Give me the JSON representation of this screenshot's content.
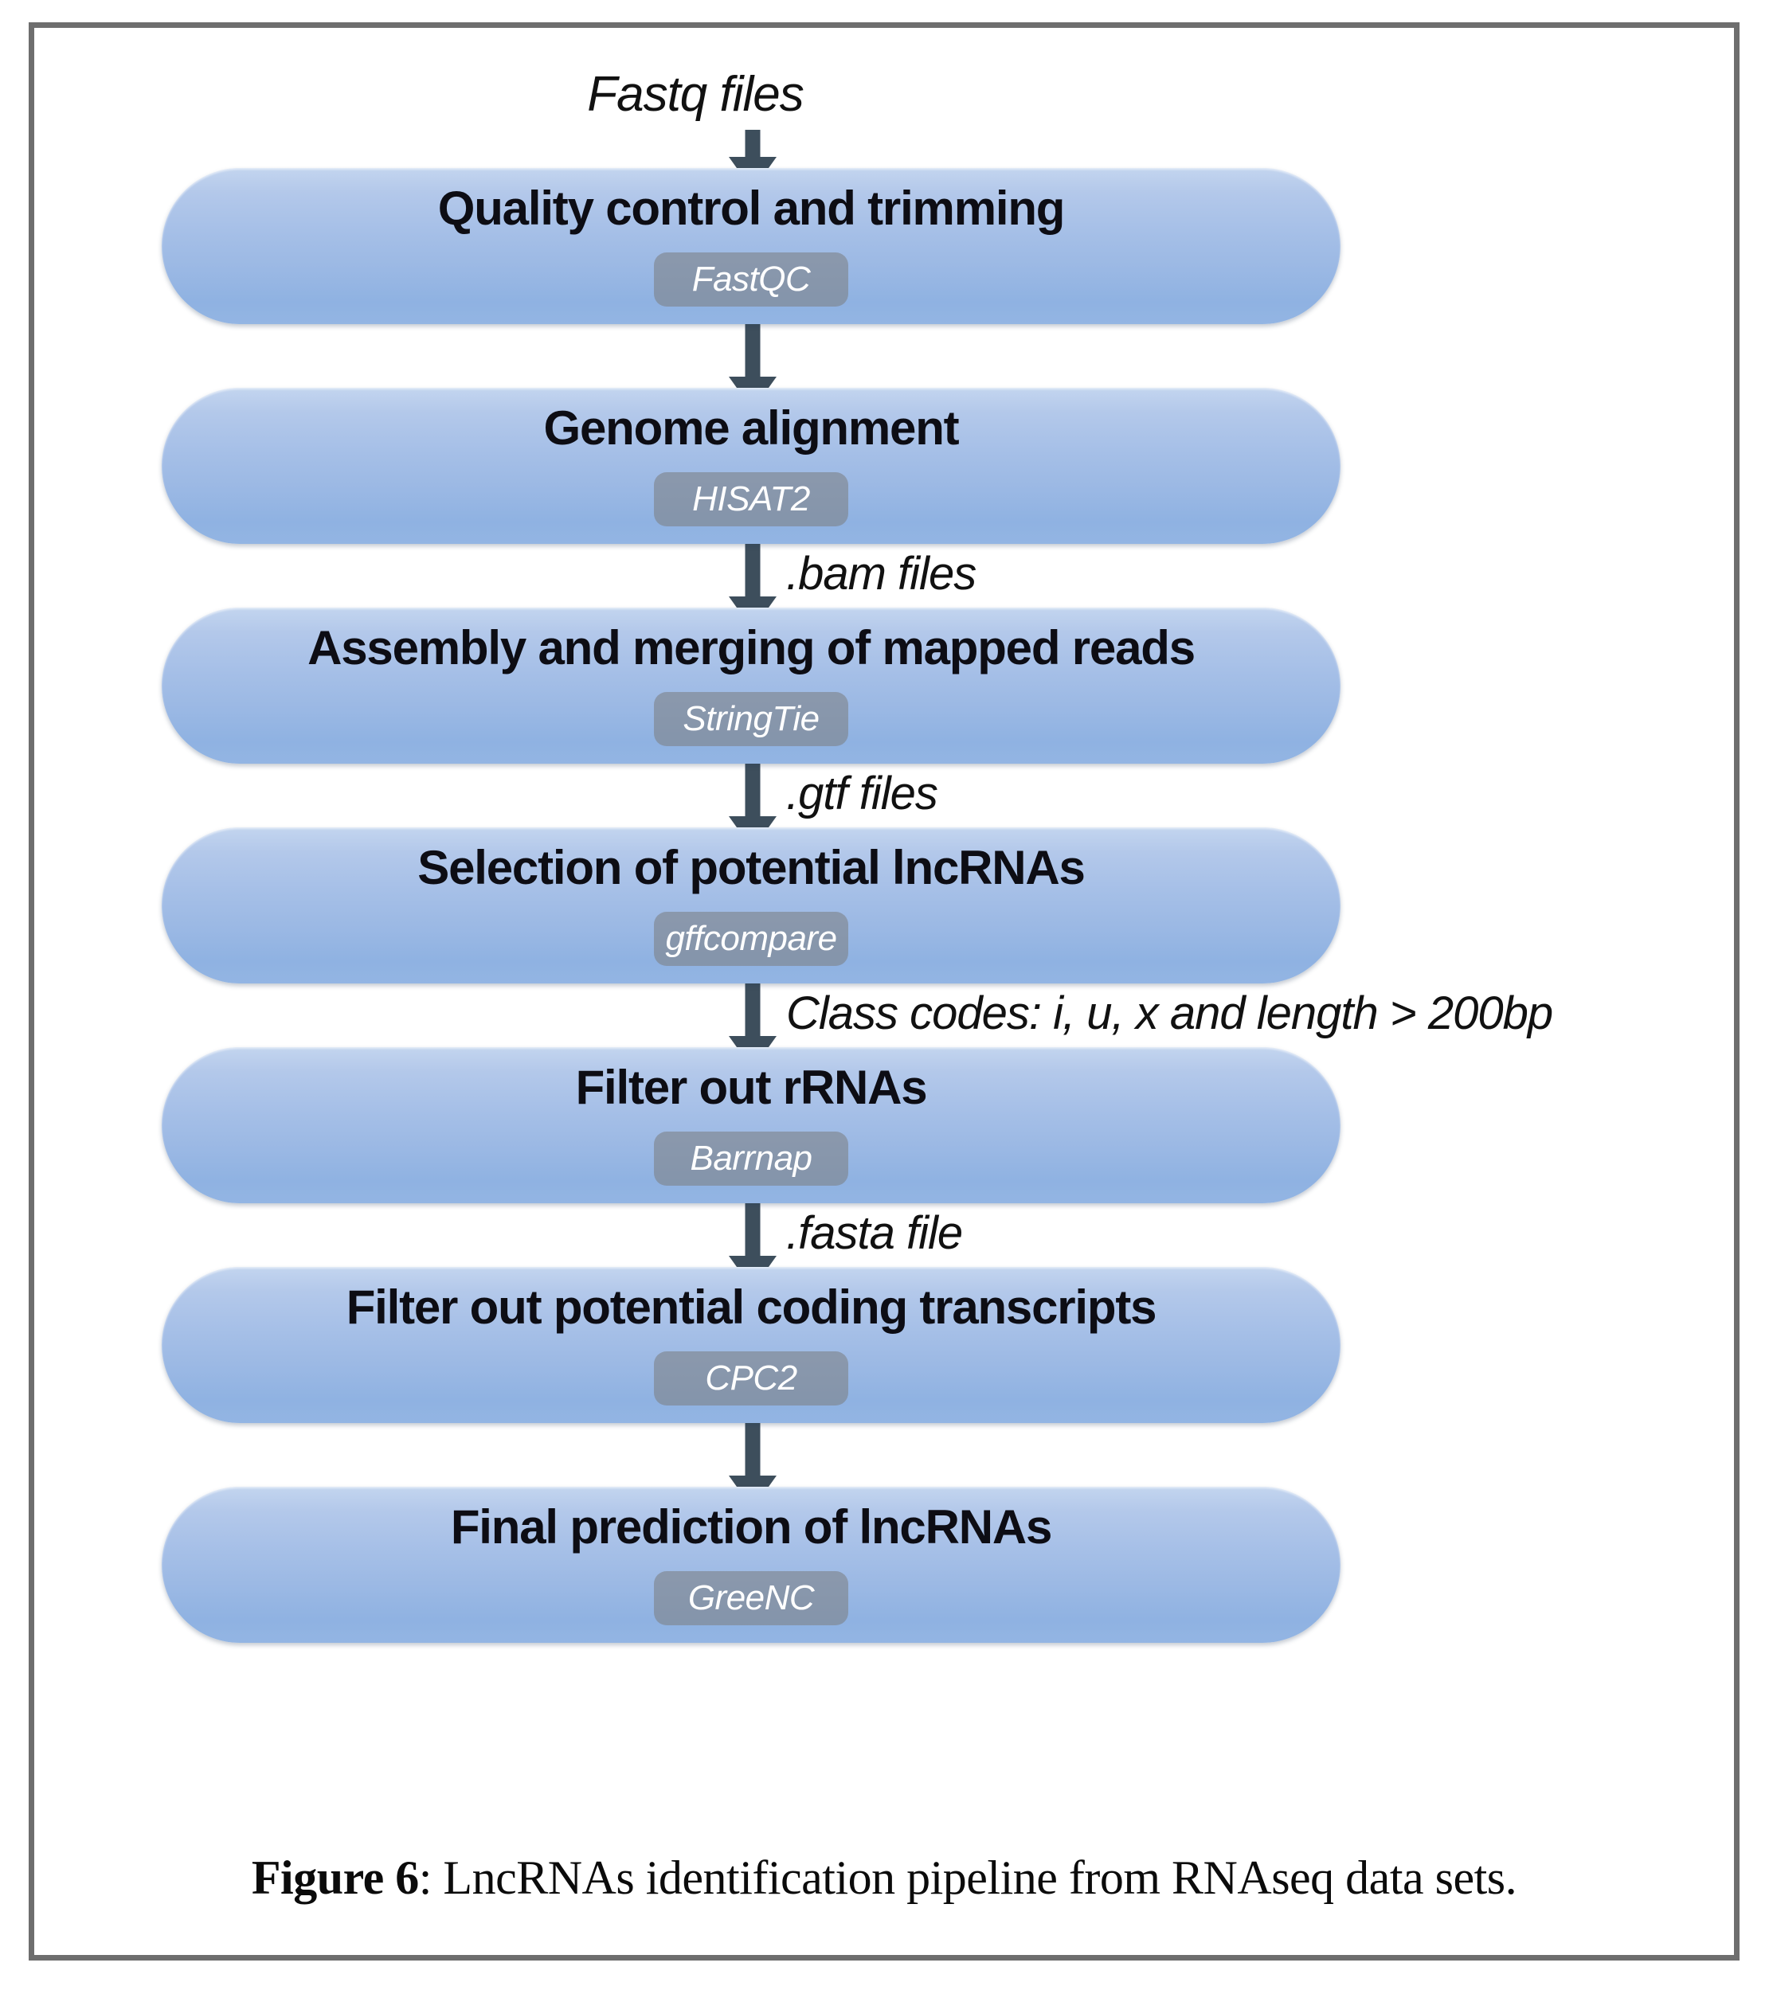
{
  "figure": {
    "source_label": "Fastq files",
    "caption_bold": "Figure 6",
    "caption_rest": ": LncRNAs identification pipeline from RNAseq data sets.",
    "frame_color": "#6e6e6e",
    "box_fill_top": "#c3d5ef",
    "box_fill_bottom": "#8fb2e2",
    "arrow_color": "#3d4e5c",
    "tool_tag_color": "#7e8389",
    "title_color": "#0d0d14"
  },
  "stages": [
    {
      "title": "Quality control and trimming",
      "tool": "FastQC"
    },
    {
      "title": "Genome alignment",
      "tool": "HISAT2"
    },
    {
      "title": "Assembly and merging of mapped reads",
      "tool": "StringTie"
    },
    {
      "title": "Selection of potential lncRNAs",
      "tool": "gffcompare"
    },
    {
      "title": "Filter out rRNAs",
      "tool": "Barrnap"
    },
    {
      "title": "Filter out potential coding transcripts",
      "tool": "CPC2"
    },
    {
      "title": "Final prediction of lncRNAs",
      "tool": "GreeNC"
    }
  ],
  "edge_labels": {
    "after_stage_2": ".bam files",
    "after_stage_3": ".gtf files",
    "after_stage_4": "Class codes: i, u, x and length > 200bp",
    "after_stage_5": ".fasta file"
  }
}
